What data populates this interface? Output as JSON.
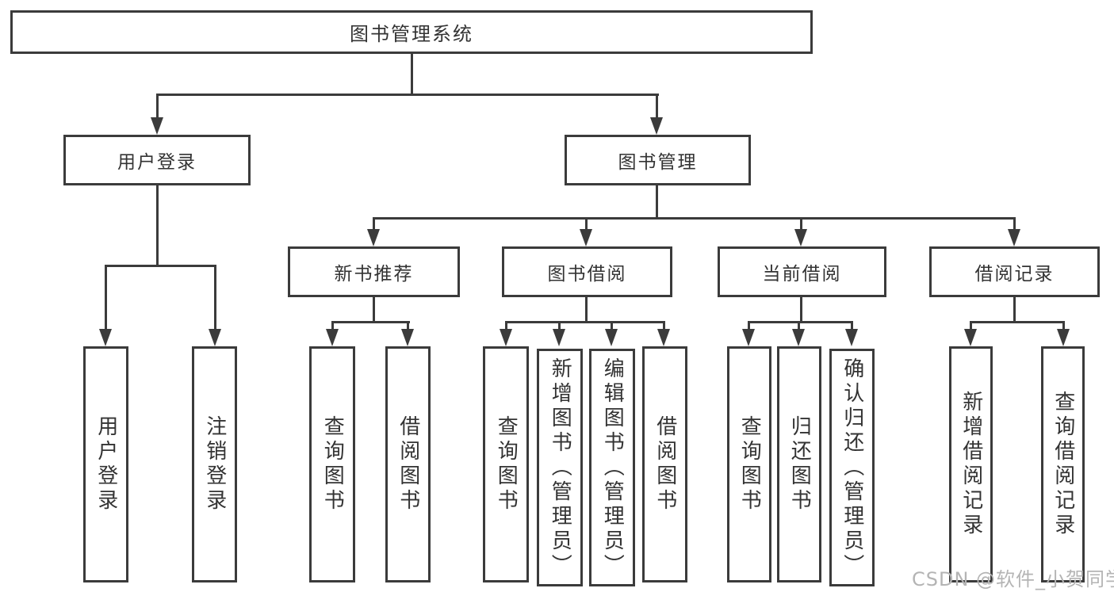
{
  "diagram": {
    "root_label": "图书管理系统",
    "login_branch": {
      "label": "用户登录",
      "leaves": [
        "用户登录",
        "注销登录"
      ]
    },
    "mgmt_branch": {
      "label": "图书管理",
      "groups": [
        {
          "label": "新书推荐",
          "leaves": [
            "查询图书",
            "借阅图书"
          ]
        },
        {
          "label": "图书借阅",
          "leaves": [
            "查询图书",
            "新增图书（管理员）",
            "编辑图书（管理员）",
            "借阅图书"
          ]
        },
        {
          "label": "当前借阅",
          "leaves": [
            "查询图书",
            "归还图书",
            "确认归还（管理员）"
          ]
        },
        {
          "label": "借阅记录",
          "leaves": [
            "新增借阅记录",
            "查询借阅记录"
          ]
        }
      ]
    }
  },
  "watermark": "CSDN @软件_小贺同学",
  "colors": {
    "line": "#3b3b3b",
    "text": "#333333",
    "background": "#ffffff",
    "watermark": "#b4b4b4"
  }
}
